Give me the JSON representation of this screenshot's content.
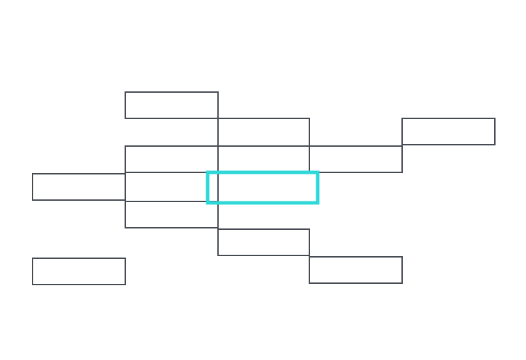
{
  "diagram": {
    "blocks": [
      {
        "id": "block-1"
      },
      {
        "id": "block-2"
      },
      {
        "id": "block-3"
      },
      {
        "id": "block-4"
      },
      {
        "id": "block-5"
      },
      {
        "id": "block-6"
      },
      {
        "id": "block-7"
      },
      {
        "id": "block-8"
      },
      {
        "id": "block-9"
      },
      {
        "id": "block-10"
      },
      {
        "id": "block-11"
      },
      {
        "id": "block-12"
      }
    ],
    "selection": {
      "color": "#2fd8d8"
    },
    "stroke_color": "#454a53"
  }
}
